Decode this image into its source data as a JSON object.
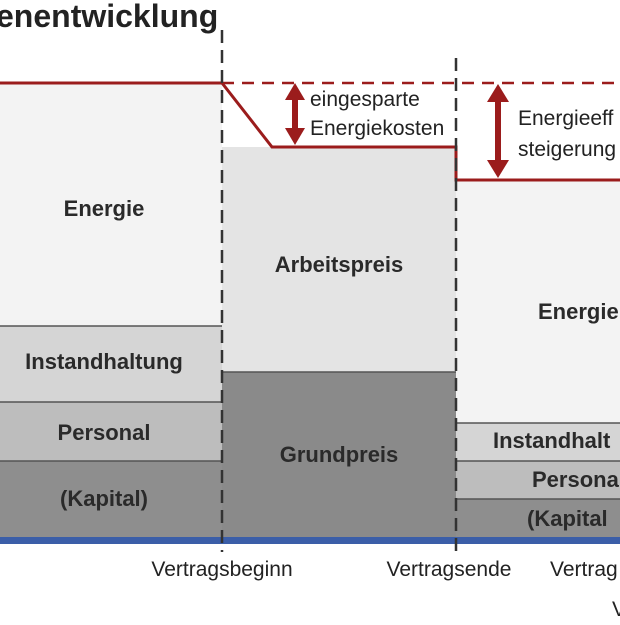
{
  "title": "enentwicklung",
  "colors": {
    "energy_fill": "#f3f3f3",
    "work_price_fill": "#e4e4e4",
    "maintenance_fill": "#d5d5d5",
    "personnel_fill": "#bdbdbd",
    "capital_fill": "#8e8e8e",
    "base_price_fill": "#8a8a8a",
    "cost_line": "#9b1c1c",
    "baseline": "#3b5ea8",
    "divider": "#333333"
  },
  "segments": {
    "before": {
      "energie": "Energie",
      "instandhaltung": "Instandhaltung",
      "personal": "Personal",
      "kapital": "(Kapital)"
    },
    "contract": {
      "arbeitspreis": "Arbeitspreis",
      "grundpreis": "Grundpreis"
    },
    "after": {
      "energie": "Energie",
      "instandhaltung": "Instandhalt",
      "personal": "Persona",
      "kapital": "(Kapital"
    }
  },
  "annotations": {
    "savings_line1": "eingesparte",
    "savings_line2": "Energiekosten",
    "efficiency_line1": "Energieeff",
    "efficiency_line2": "steigerung"
  },
  "axis": {
    "vertragsbeginn": "Vertragsbeginn",
    "vertragsende": "Vertragsende",
    "vertrag_cut": "Vertrag"
  },
  "corner_text": "V"
}
